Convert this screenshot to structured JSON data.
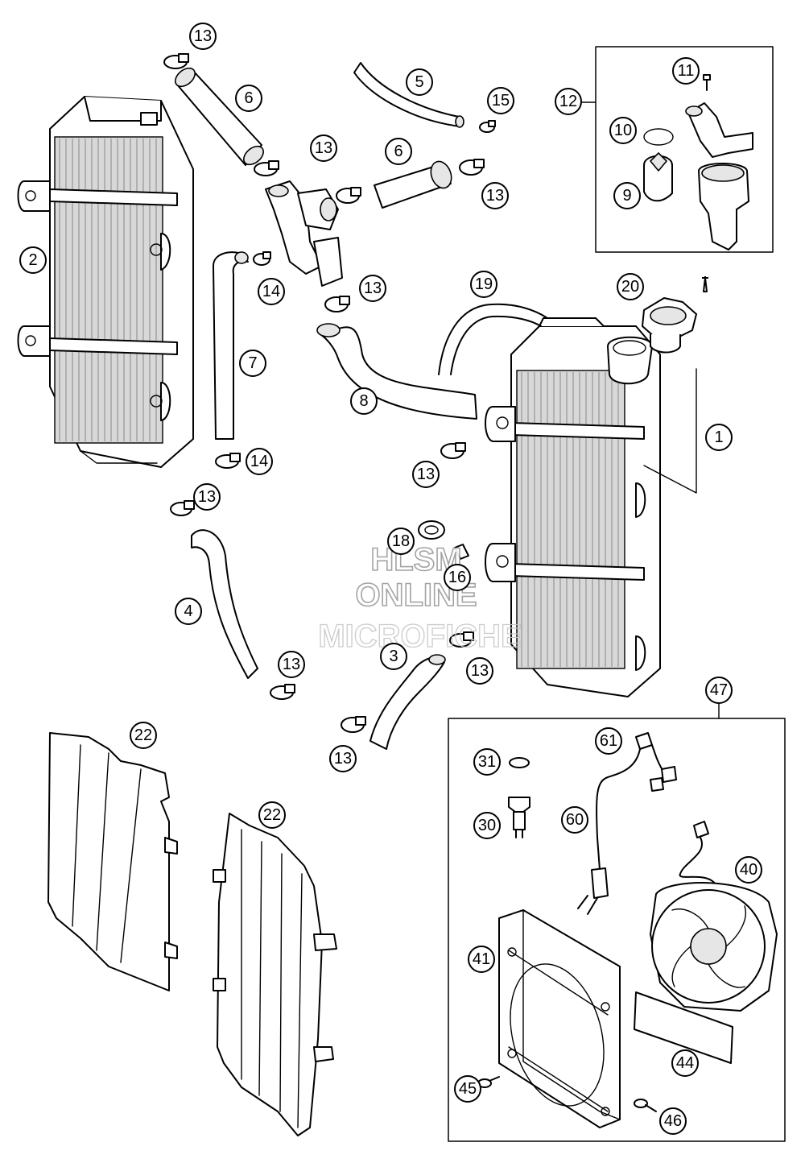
{
  "watermark": {
    "line1": "HLSM",
    "line2": "ONLINE",
    "line3": "MICROFICHE"
  },
  "callouts": [
    {
      "id": "c1",
      "label": "13"
    },
    {
      "id": "c2",
      "label": "6"
    },
    {
      "id": "c3",
      "label": "5"
    },
    {
      "id": "c4",
      "label": "15"
    },
    {
      "id": "c5",
      "label": "12"
    },
    {
      "id": "c6",
      "label": "11"
    },
    {
      "id": "c7",
      "label": "10"
    },
    {
      "id": "c8",
      "label": "9"
    },
    {
      "id": "c9",
      "label": "2"
    },
    {
      "id": "c10",
      "label": "13"
    },
    {
      "id": "c11",
      "label": "6"
    },
    {
      "id": "c12",
      "label": "13"
    },
    {
      "id": "c13",
      "label": "14"
    },
    {
      "id": "c14",
      "label": "13"
    },
    {
      "id": "c15",
      "label": "19"
    },
    {
      "id": "c16",
      "label": "20"
    },
    {
      "id": "c17",
      "label": "7"
    },
    {
      "id": "c18",
      "label": "8"
    },
    {
      "id": "c19",
      "label": "1"
    },
    {
      "id": "c20",
      "label": "14"
    },
    {
      "id": "c21",
      "label": "13"
    },
    {
      "id": "c22",
      "label": "13"
    },
    {
      "id": "c23",
      "label": "18"
    },
    {
      "id": "c24",
      "label": "16"
    },
    {
      "id": "c25",
      "label": "4"
    },
    {
      "id": "c26",
      "label": "3"
    },
    {
      "id": "c27",
      "label": "13"
    },
    {
      "id": "c28",
      "label": "13"
    },
    {
      "id": "c29",
      "label": "47"
    },
    {
      "id": "c30",
      "label": "22"
    },
    {
      "id": "c31",
      "label": "13"
    },
    {
      "id": "c32",
      "label": "61"
    },
    {
      "id": "c33",
      "label": "31"
    },
    {
      "id": "c34",
      "label": "22"
    },
    {
      "id": "c35",
      "label": "60"
    },
    {
      "id": "c36",
      "label": "30"
    },
    {
      "id": "c37",
      "label": "40"
    },
    {
      "id": "c38",
      "label": "41"
    },
    {
      "id": "c39",
      "label": "44"
    },
    {
      "id": "c40",
      "label": "45"
    },
    {
      "id": "c41",
      "label": "46"
    }
  ]
}
